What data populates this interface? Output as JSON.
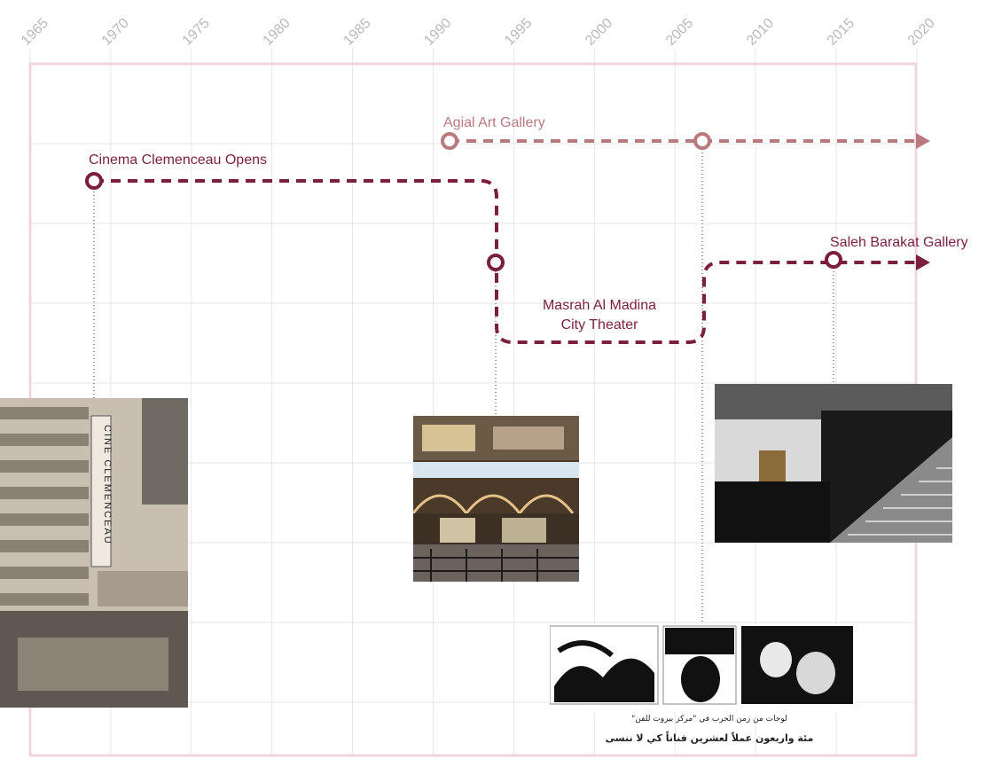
{
  "timeline": {
    "years": [
      "1965",
      "1970",
      "1975",
      "1980",
      "1985",
      "1990",
      "1995",
      "2000",
      "2005",
      "2010",
      "2015",
      "2020"
    ]
  },
  "colors": {
    "maroon": "#7a1f3d",
    "rose": "#b97a7f",
    "grid": "#e6e6e6",
    "frame": "#f0d6dc",
    "year_text": "#b9b9b9",
    "connector": "#9a9a9a"
  },
  "events": {
    "agial": {
      "label": "Agial Art Gallery",
      "start_year": 1991,
      "milestone_year": 2006
    },
    "clemenceau": {
      "label": "Cinema Clemenceau Opens",
      "start_year": 1969,
      "transition_year": 1994
    },
    "masrah": {
      "label_line1": "Masrah Al Madina",
      "label_line2": "City Theater"
    },
    "saleh": {
      "label": "Saleh Barakat Gallery",
      "milestone_year": 2015
    }
  },
  "photos": {
    "clemenceau": {
      "subject": "cinema-clemenceau-facade-photo",
      "sign_text": "CINE CLEMENCEAU"
    },
    "masrah": {
      "subject": "masrah-al-madina-theater-photo"
    },
    "saleh": {
      "subject": "saleh-barakat-gallery-interior-photo"
    },
    "newspaper": {
      "subject": "newspaper-clipping-photo"
    }
  },
  "newspaper_caption": {
    "line1": "لوحات من زمن الحرب في \"مركز بيروت للفن\"",
    "line2": "مئة واربعون عملاً لعشرين فناناً كي لا ننسى"
  }
}
